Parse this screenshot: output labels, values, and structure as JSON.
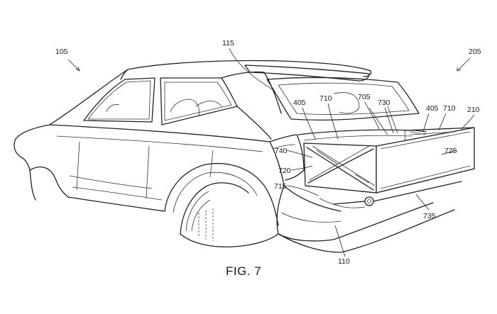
{
  "figure": {
    "caption": "FIG. 7",
    "ref_labels": {
      "l105": "105",
      "l205": "205",
      "l115": "115",
      "l405a": "405",
      "l710a": "710",
      "l705": "705",
      "l730": "730",
      "l405b": "405",
      "l710b": "710",
      "l210": "210",
      "l725": "725",
      "l740": "740",
      "l720": "720",
      "l715": "715",
      "l735": "735",
      "l110": "110"
    }
  }
}
